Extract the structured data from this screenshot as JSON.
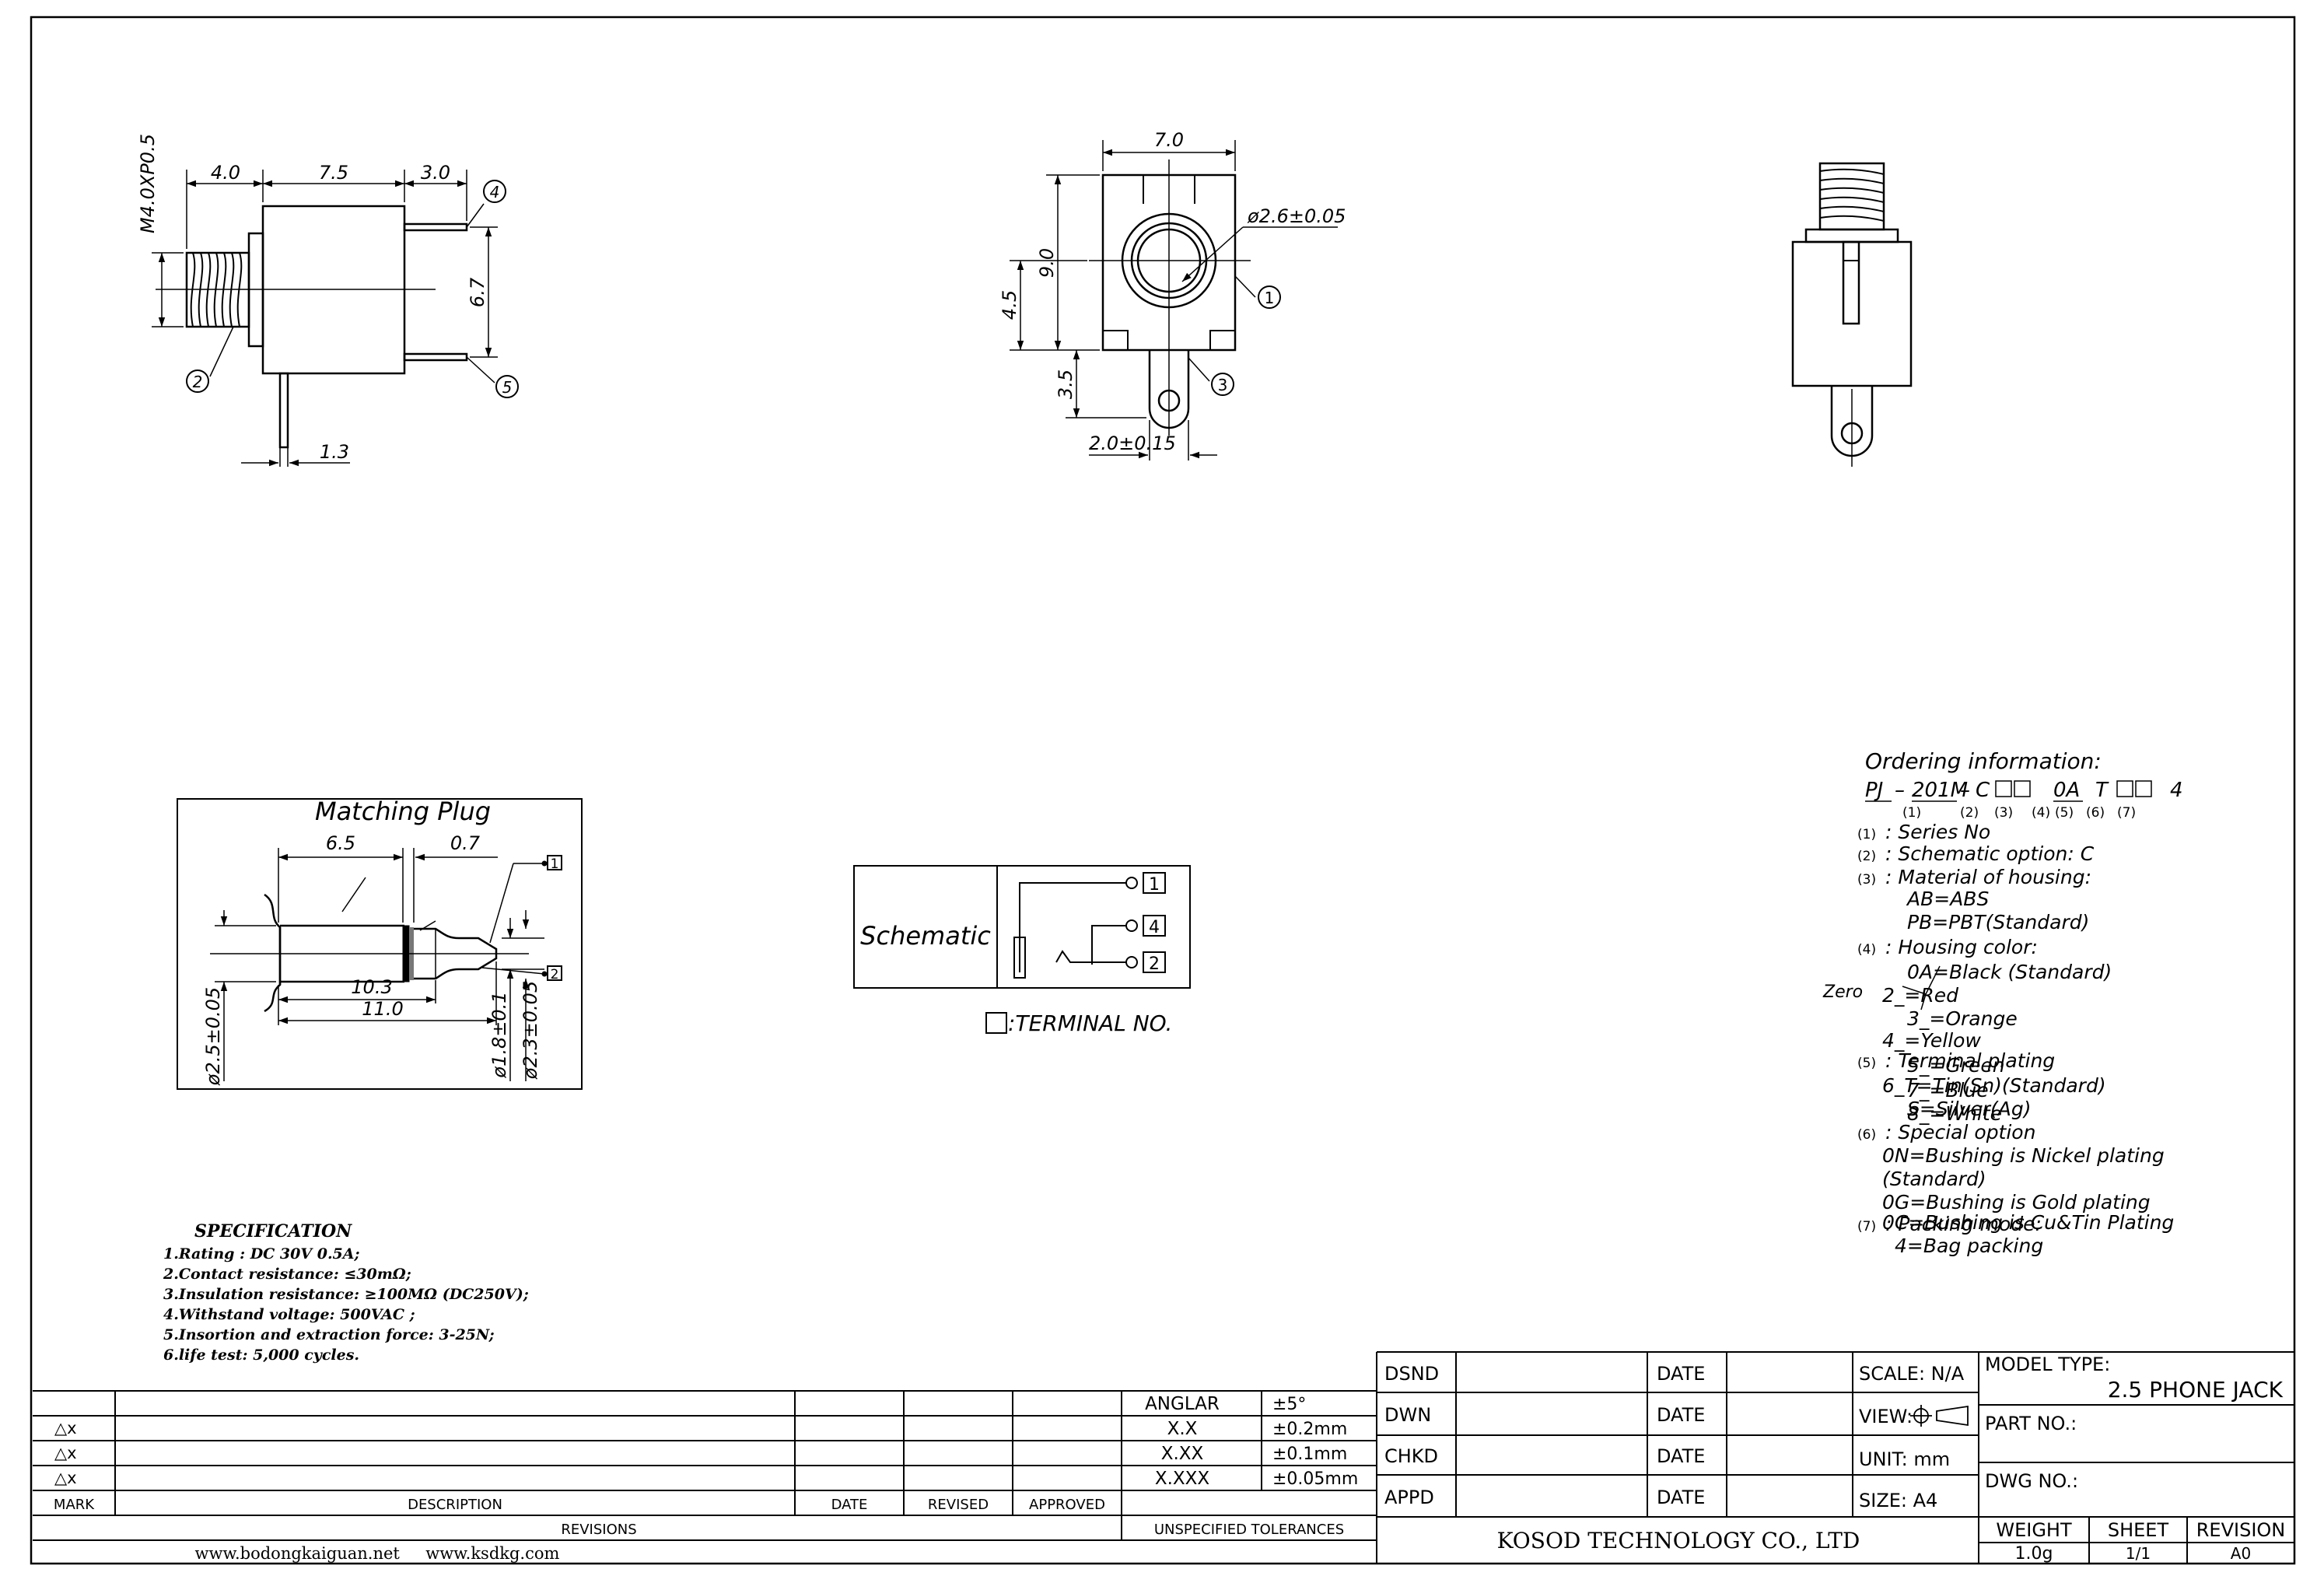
{
  "views": {
    "side": {
      "dims": {
        "d1": "4.0",
        "d2": "7.5",
        "d3": "3.0",
        "thread": "M4.0XP0.5",
        "pitch": "6.7",
        "pin": "1.3"
      },
      "callouts": {
        "c4": "4",
        "c2": "2",
        "c5": "5"
      }
    },
    "front": {
      "dims": {
        "width": "7.0",
        "height": "9.0",
        "center": "4.5",
        "hole": "ø2.6±0.05",
        "tab": "3.5",
        "offset": "2.0±0.15"
      },
      "callouts": {
        "c1": "1",
        "c3": "3"
      }
    }
  },
  "plug": {
    "title": "Matching Plug",
    "dims": {
      "a": "6.5",
      "b": "0.7",
      "c": "10.3",
      "d": "11.0",
      "e": "ø2.5±0.05",
      "f": "ø1.8±0.1",
      "g": "ø2.3±0.05"
    },
    "terminals": {
      "t1": "1",
      "t2": "2"
    }
  },
  "schematic": {
    "label": "Schematic",
    "terminals": {
      "t1": "1",
      "t4": "4",
      "t2": "2"
    },
    "legend": ":TERMINAL  NO."
  },
  "ordering": {
    "title": "Ordering  information:",
    "code": {
      "p1": "PJ",
      "p2": "201M",
      "p3": "C",
      "p4": "0A",
      "p5": "T",
      "p6": "4"
    },
    "indices": {
      "i1": "(1)",
      "i2": "(2)",
      "i3": "(3)",
      "i4": "(4)",
      "i5": "(5)",
      "i6": "(6)",
      "i7": "(7)"
    },
    "zero": "Zero",
    "lines": [
      {
        "n": "(1)",
        "t": ": Series  No"
      },
      {
        "n": "(2)",
        "t": ": Schematic  option:    C"
      },
      {
        "n": "(3)",
        "t": ": Material  of  housing:"
      },
      {
        "n": "",
        "t": "AB=ABS"
      },
      {
        "n": "",
        "t": "PB=PBT(Standard)"
      },
      {
        "n": "(4)",
        "t": ": Housing  color:"
      },
      {
        "n": "",
        "t": "0A=Black  (Standard)"
      },
      {
        "n": "",
        "t": "2_=Red"
      },
      {
        "n": "",
        "t": "3_=Orange"
      },
      {
        "n": "",
        "t": "4_=Yellow"
      },
      {
        "n": "(5)",
        "t": ": Terminal  plating"
      },
      {
        "n": "",
        "t": "5_=Green"
      },
      {
        "n": "",
        "t": "6_T=Tin(Sn)(Standard)"
      },
      {
        "n": "",
        "t": "7_=Blue"
      },
      {
        "n": "",
        "t": "S=Silver(Ag)"
      },
      {
        "n": "",
        "t": "8_=White"
      },
      {
        "n": "(6)",
        "t": ": Special  option"
      },
      {
        "n": "",
        "t": "0N=Bushing  is  Nickel  plating"
      },
      {
        "n": "",
        "t": "(Standard)"
      },
      {
        "n": "",
        "t": "0G=Bushing  is  Gold  plating"
      },
      {
        "n": "(7)",
        "t": ": Packing  mode:"
      },
      {
        "n": "",
        "t": "0C=Bushing  is  Cu&Tin  Plating"
      },
      {
        "n": "",
        "t": "4=Bag  packing"
      }
    ]
  },
  "specification": {
    "title": "SPECIFICATION",
    "items": [
      "1.Rating : DC 30V 0.5A;",
      "2.Contact resistance: ≤30mΩ;",
      "3.Insulation resistance: ≥100MΩ (DC250V);",
      "4.Withstand voltage: 500VAC ;",
      "5.Insortion and extraction force: 3-25N;",
      "6.life test: 5,000 cycles."
    ]
  },
  "title_block": {
    "dsnd": "DSND",
    "dwn": "DWN",
    "chkd": "CHKD",
    "appd": "APPD",
    "date": "DATE",
    "scale": "SCALE: N/A",
    "view": "VIEW:",
    "unit": "UNIT: mm",
    "size": "SIZE: A4",
    "model_label": "MODEL TYPE:",
    "model_value": "2.5 PHONE JACK",
    "part_no": "PART NO.:",
    "dwg_no": "DWG NO.:",
    "weight_label": "WEIGHT",
    "weight_value": "1.0g",
    "sheet_label": "SHEET",
    "sheet_value": "1/1",
    "revision_label": "REVISION",
    "revision_value": "A0",
    "company": "KOSOD TECHNOLOGY CO., LTD"
  },
  "revisions": {
    "marks": [
      "△x",
      "△x",
      "△x"
    ],
    "mark": "MARK",
    "description": "DESCRIPTION",
    "date": "DATE",
    "revised": "REVISED",
    "approved": "APPROVED",
    "revisions": "REVISIONS",
    "websites": "www.bodongkaiguan.net     www.ksdkg.com"
  },
  "tolerances": {
    "title": "UNSPECIFIED TOLERANCES",
    "rows": [
      {
        "k": "ANGLAR",
        "v": "±5°"
      },
      {
        "k": "X.X",
        "v": "±0.2mm"
      },
      {
        "k": "X.XX",
        "v": "±0.1mm"
      },
      {
        "k": "X.XXX",
        "v": "±0.05mm"
      }
    ]
  }
}
